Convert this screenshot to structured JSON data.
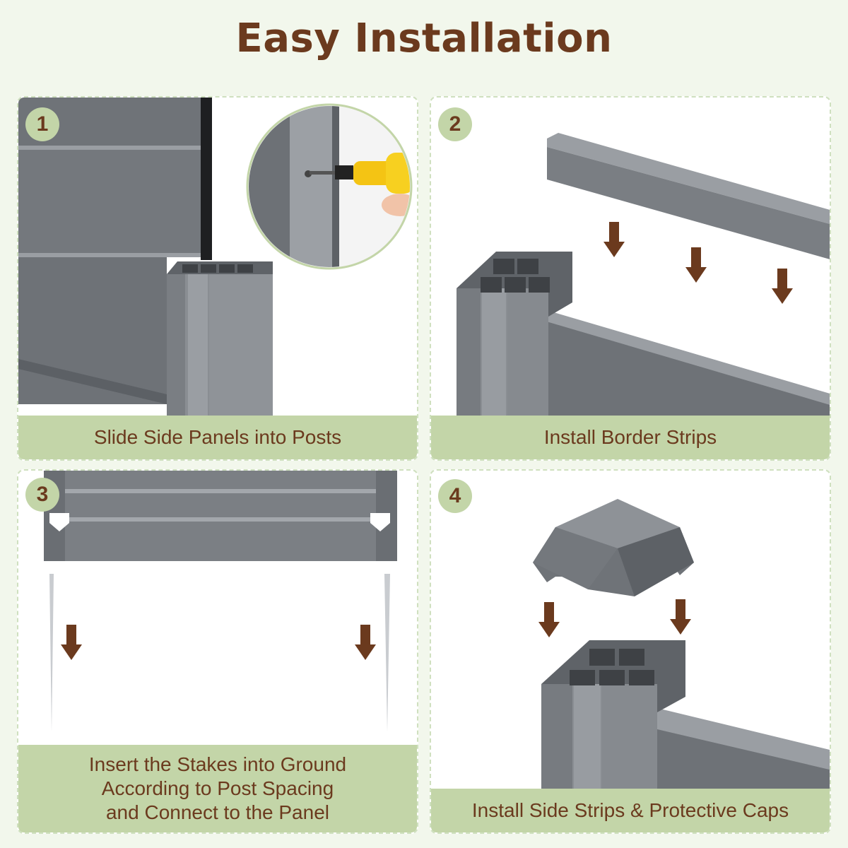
{
  "title": "Easy Installation",
  "colors": {
    "background": "#f2f7ec",
    "title": "#6b3a1e",
    "caption_bg": "#c3d5a8",
    "metal": "#7b7f85",
    "arrow": "#6b3a1e"
  },
  "steps": [
    {
      "number": "1",
      "caption": [
        "Slide Side Panels into Posts"
      ],
      "icons": [
        "panel-image",
        "post-image",
        "screwdriver-icon"
      ]
    },
    {
      "number": "2",
      "caption": [
        "Install Border Strips"
      ],
      "icons": [
        "border-strip-image",
        "down-arrow-icon"
      ]
    },
    {
      "number": "3",
      "caption": [
        "Insert the Stakes into Ground",
        "According to Post Spacing",
        "and Connect to the Panel"
      ],
      "icons": [
        "panel-image",
        "stake-image",
        "down-arrow-icon"
      ]
    },
    {
      "number": "4",
      "caption": [
        "Install Side Strips & Protective Caps"
      ],
      "icons": [
        "post-cap-image",
        "post-image",
        "down-arrow-icon"
      ]
    }
  ]
}
